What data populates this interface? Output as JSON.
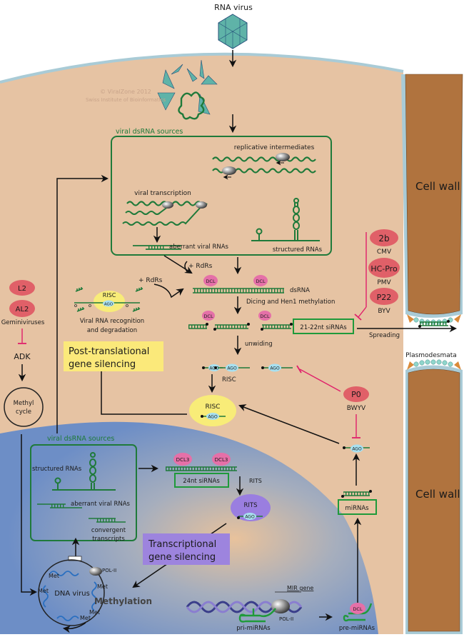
{
  "title": "RNA virus",
  "watermark": {
    "line1": "© ViralZone 2012",
    "line2": "Swiss Institute of Bioinformatics"
  },
  "colors": {
    "cytoplasm": "#e6c3a3",
    "nucleus": "#6e8fc6",
    "cell_wall": "#b0733e",
    "membrane": "#a9cbd6",
    "rna_green": "#1f7a3a",
    "suppressor_red": "#e06068",
    "inhibit_pink": "#e0206a",
    "dcl_pink": "#e570a8",
    "ago_blue": "#a8e0f0",
    "risc_yellow": "#f8ec78",
    "rits_purple": "#9a7ee0",
    "ptgs_box": "#fbe97a",
    "tgs_box": "#9d84de"
  },
  "cytoplasm_sources": {
    "heading": "viral dsRNA sources",
    "replicative": "replicative intermediates",
    "transcription": "viral transcription",
    "aberrant": "aberrant viral RNAs",
    "structured": "structured RNAs"
  },
  "pathway": {
    "rdrs_top": "+ RdRs",
    "rdrs_left": "+ RdRs",
    "dsrna": "dsRNA",
    "dcl": "DCL",
    "dicing": "Dicing and Hen1 methylation",
    "sirna_box": "21-22nt siRNAs",
    "unwinding": "unwiding",
    "ago": "AGO",
    "risc_step": "RISC",
    "risc": "RISC",
    "spreading": "Spreading",
    "plasmodesmata": "Plasmodesmata"
  },
  "recognition": {
    "risc": "RISC",
    "ago": "AGO",
    "caption1": "Viral RNA recognition",
    "caption2": "and degradation"
  },
  "ptgs": {
    "line1": "Post-translational",
    "line2": "gene silencing"
  },
  "suppressors": [
    {
      "protein": "2b",
      "virus": "CMV"
    },
    {
      "protein": "HC-Pro",
      "virus": "PMV"
    },
    {
      "protein": "P22",
      "virus": "BYV"
    },
    {
      "protein": "P0",
      "virus": "BWYV"
    }
  ],
  "gemini": {
    "l2": "L2",
    "al2": "AL2",
    "label": "Geminiviruses",
    "adk": "ADK",
    "methyl1": "Methyl",
    "methyl2": "cycle"
  },
  "cell_wall": {
    "top": "Cell wall",
    "bottom": "Cell wall"
  },
  "nucleus_sources": {
    "heading": "viral dsRNA sources",
    "structured": "structured RNAs",
    "aberrant": "aberrant viral RNAs",
    "convergent1": "convergent",
    "convergent2": "transcripts"
  },
  "nucleus_pathway": {
    "dcl3": "DCL3",
    "sirna24": "24nt siRNAs",
    "rits_step": "RITS",
    "rits": "RITS",
    "ago": "AGO"
  },
  "tgs": {
    "line1": "Transcriptional",
    "line2": "gene silencing"
  },
  "dna_virus": {
    "label": "DNA virus",
    "pol": "POL-II",
    "met": "Met",
    "methylation": "Methylation"
  },
  "mirna": {
    "gene": "MIR gene",
    "pol": "POL-II",
    "pri": "pri-miRNAs",
    "pre": "pre-miRNAs",
    "dcl": "DCL",
    "box": "miRNAs",
    "ago": "AGO"
  }
}
